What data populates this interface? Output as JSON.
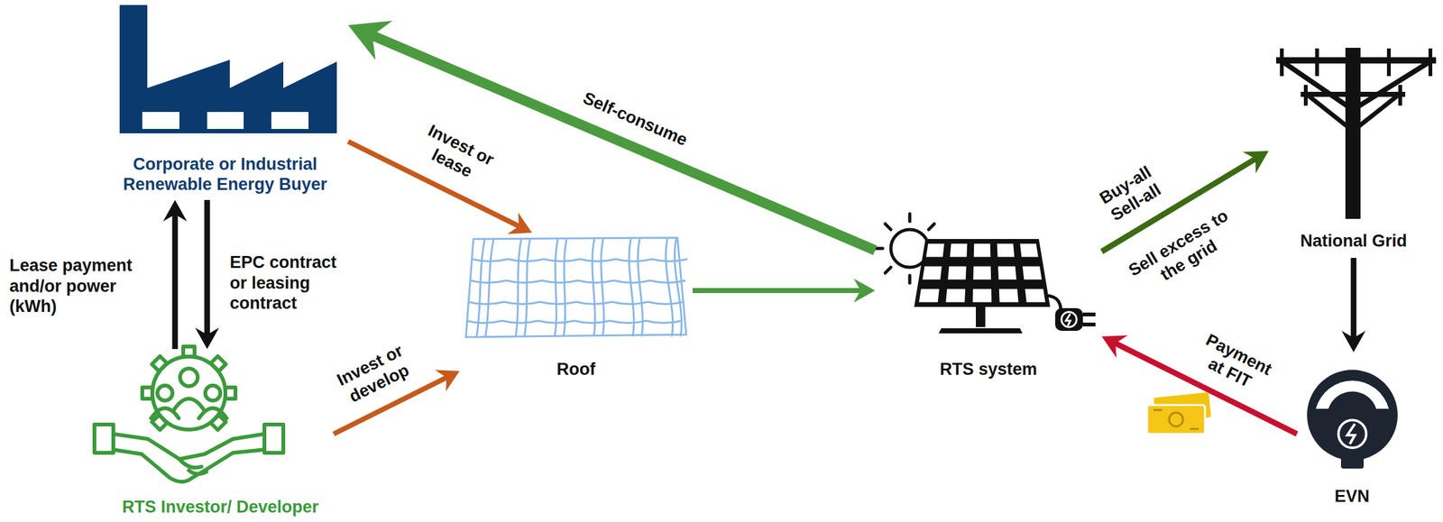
{
  "diagram": {
    "nodes": [
      {
        "text": [
          "Corporate or Industrial Renewable Energy Buyer"
        ]
      },
      {
        "text": [
          "RTS Investor/ Developer"
        ]
      },
      {
        "text": [
          "Roof"
        ]
      },
      {
        "text": [
          "RTS system"
        ]
      },
      {
        "text": [
          "National Grid"
        ]
      },
      {
        "text": [
          "EVN"
        ]
      }
    ],
    "edges": [
      {
        "from": 3,
        "to": 0,
        "label": "Self-consume",
        "arrow": "to"
      },
      {
        "from": 0,
        "to": 2,
        "label": "Invest or lease",
        "arrow": "to"
      },
      {
        "from": 0,
        "to": 1,
        "label": "EPC contract or leasing contract",
        "arrow": "to"
      },
      {
        "from": 1,
        "to": 0,
        "label": "Lease payment and/or power (kWh)",
        "arrow": "to"
      },
      {
        "from": 1,
        "to": 2,
        "label": "Invest or develop",
        "arrow": "to"
      },
      {
        "from": 2,
        "to": 3,
        "arrow": "to"
      },
      {
        "from": 3,
        "to": 4,
        "label": "Buy-all Sell-all",
        "arrow": "to"
      },
      {
        "from": 4,
        "to": 5,
        "arrow": "to"
      },
      {
        "from": 5,
        "to": 3,
        "label": "Payment at FIT",
        "arrow": "to"
      }
    ],
    "labels": [
      "Sell excess to the grid"
    ]
  }
}
